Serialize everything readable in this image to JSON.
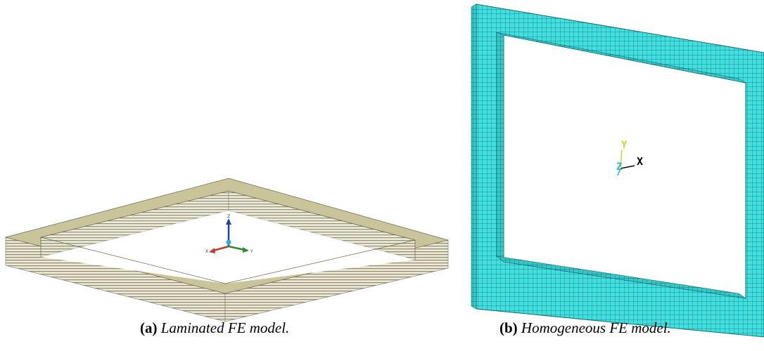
{
  "panel_a": {
    "caption_label": "(a)",
    "caption_text": "Laminated FE model.",
    "triad": {
      "x_label": "X",
      "y_label": "Y",
      "z_label": "Z"
    },
    "colors": {
      "top_face": "#c9c499",
      "side_light": "#ebe9d6",
      "side_dark": "#8f8b6f",
      "inner_face": "#d7d3b0",
      "x_axis": "#c0392b",
      "y_axis": "#2e8b2e",
      "z_axis": "#1f3fb5",
      "origin": "#2ab0c8"
    }
  },
  "panel_b": {
    "caption_label": "(b)",
    "caption_text": "Homogeneous FE model.",
    "triad": {
      "x_label": "X",
      "y_label": "Y",
      "z_label": "Z"
    },
    "colors": {
      "mesh_fill": "#40e0e0",
      "mesh_line": "#1a6b70",
      "y_label": "#c8d92a",
      "z_label": "#2ab7d6",
      "x_label": "#000000"
    }
  }
}
